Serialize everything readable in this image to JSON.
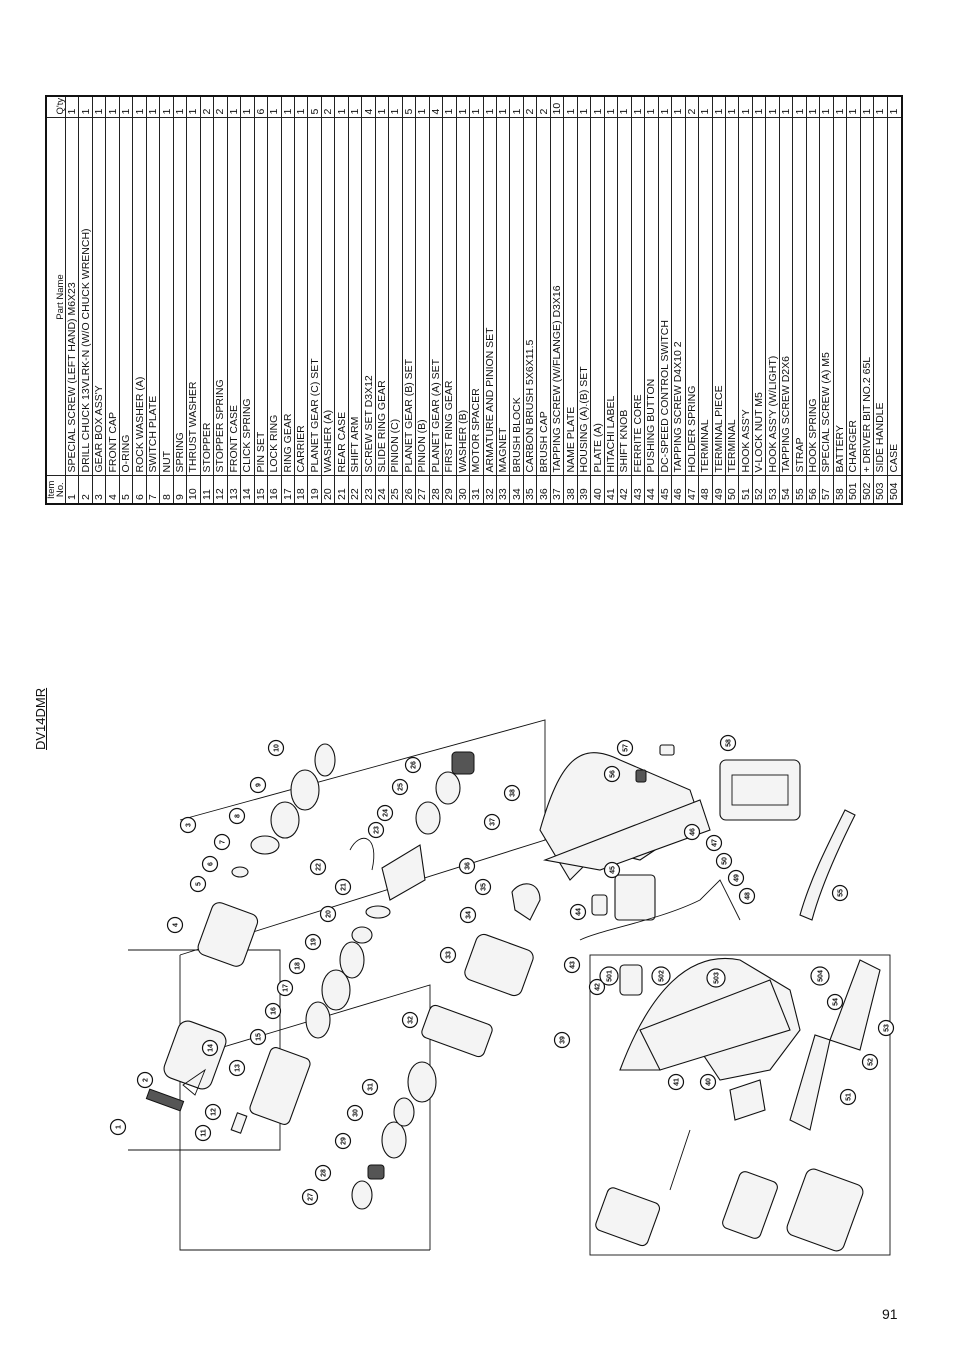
{
  "model": "DV14DMR",
  "page_number": "91",
  "table": {
    "header_item": "Item",
    "header_no": "No.",
    "header_name": "Part Name",
    "header_qty": "Q'ty",
    "rows": [
      {
        "no": "1",
        "name": "SPECIAL SCREW (LEFT HAND) M6X23",
        "qty": "1"
      },
      {
        "no": "2",
        "name": "DRILL CHUCK 13VLRK-N (W/O CHUCK WRENCH)",
        "qty": "1"
      },
      {
        "no": "3",
        "name": "GEAR BOX ASS'Y",
        "qty": "1"
      },
      {
        "no": "4",
        "name": "FRONT CAP",
        "qty": "1"
      },
      {
        "no": "5",
        "name": "O-RING",
        "qty": "1"
      },
      {
        "no": "6",
        "name": "ROCK WASHER (A)",
        "qty": "1"
      },
      {
        "no": "7",
        "name": "SWITCH PLATE",
        "qty": "1"
      },
      {
        "no": "8",
        "name": "NUT",
        "qty": "1"
      },
      {
        "no": "9",
        "name": "SPRING",
        "qty": "1"
      },
      {
        "no": "10",
        "name": "THRUST WASHER",
        "qty": "1"
      },
      {
        "no": "11",
        "name": "STOPPER",
        "qty": "2"
      },
      {
        "no": "12",
        "name": "STOPPER SPRING",
        "qty": "2"
      },
      {
        "no": "13",
        "name": "FRONT CASE",
        "qty": "1"
      },
      {
        "no": "14",
        "name": "CLICK SPRING",
        "qty": "1"
      },
      {
        "no": "15",
        "name": "PIN SET",
        "qty": "6"
      },
      {
        "no": "16",
        "name": "LOCK RING",
        "qty": "1"
      },
      {
        "no": "17",
        "name": "RING GEAR",
        "qty": "1"
      },
      {
        "no": "18",
        "name": "CARRIER",
        "qty": "1"
      },
      {
        "no": "19",
        "name": "PLANET GEAR (C) SET",
        "qty": "5"
      },
      {
        "no": "20",
        "name": "WASHER (A)",
        "qty": "2"
      },
      {
        "no": "21",
        "name": "REAR CASE",
        "qty": "1"
      },
      {
        "no": "22",
        "name": "SHIFT ARM",
        "qty": "1"
      },
      {
        "no": "23",
        "name": "SCREW SET D3X12",
        "qty": "4"
      },
      {
        "no": "24",
        "name": "SLIDE RING GEAR",
        "qty": "1"
      },
      {
        "no": "25",
        "name": "PINION (C)",
        "qty": "1"
      },
      {
        "no": "26",
        "name": "PLANET GEAR (B) SET",
        "qty": "5"
      },
      {
        "no": "27",
        "name": "PINION (B)",
        "qty": "1"
      },
      {
        "no": "28",
        "name": "PLANET GEAR (A) SET",
        "qty": "4"
      },
      {
        "no": "29",
        "name": "FIRST RING GEAR",
        "qty": "1"
      },
      {
        "no": "30",
        "name": "WASHER (B)",
        "qty": "1"
      },
      {
        "no": "31",
        "name": "MOTOR SPACER",
        "qty": "1"
      },
      {
        "no": "32",
        "name": "ARMATURE AND PINION SET",
        "qty": "1"
      },
      {
        "no": "33",
        "name": "MAGNET",
        "qty": "1"
      },
      {
        "no": "34",
        "name": "BRUSH BLOCK",
        "qty": "1"
      },
      {
        "no": "35",
        "name": "CARBON BRUSH 5X6X11.5",
        "qty": "2"
      },
      {
        "no": "36",
        "name": "BRUSH CAP",
        "qty": "2"
      },
      {
        "no": "37",
        "name": "TAPPING SCREW (W/FLANGE) D3X16",
        "qty": "10"
      },
      {
        "no": "38",
        "name": "NAME PLATE",
        "qty": "1"
      },
      {
        "no": "39",
        "name": "HOUSING (A).(B) SET",
        "qty": "1"
      },
      {
        "no": "40",
        "name": "PLATE (A)",
        "qty": "1"
      },
      {
        "no": "41",
        "name": "HITACHI LABEL",
        "qty": "1"
      },
      {
        "no": "42",
        "name": "SHIFT KNOB",
        "qty": "1"
      },
      {
        "no": "43",
        "name": "FERRITE CORE",
        "qty": "1"
      },
      {
        "no": "44",
        "name": "PUSHING BUTTON",
        "qty": "1"
      },
      {
        "no": "45",
        "name": "DC-SPEED CONTROL SWITCH",
        "qty": "1"
      },
      {
        "no": "46",
        "name": "TAPPING SCREW D4X10 2",
        "qty": "1"
      },
      {
        "no": "47",
        "name": "HOLDER SPRING",
        "qty": "2"
      },
      {
        "no": "48",
        "name": "TERMINAL",
        "qty": "1"
      },
      {
        "no": "49",
        "name": "TERMINAL PIECE",
        "qty": "1"
      },
      {
        "no": "50",
        "name": "TERMINAL",
        "qty": "1"
      },
      {
        "no": "51",
        "name": "HOOK ASS'Y",
        "qty": "1"
      },
      {
        "no": "52",
        "name": "V-LOCK NUT M5",
        "qty": "1"
      },
      {
        "no": "53",
        "name": "HOOK ASS'Y (W/LIGHT)",
        "qty": "1"
      },
      {
        "no": "54",
        "name": "TAPPING SCREW D2X6",
        "qty": "1"
      },
      {
        "no": "55",
        "name": "STRAP",
        "qty": "1"
      },
      {
        "no": "56",
        "name": "HOOK SPRING",
        "qty": "1"
      },
      {
        "no": "57",
        "name": "SPECIAL SCREW (A) M5",
        "qty": "1"
      },
      {
        "no": "58",
        "name": "BATTERY",
        "qty": "1"
      },
      {
        "no": "501",
        "name": "CHARGER",
        "qty": "1"
      },
      {
        "no": "502",
        "name": "+ DRIVER BIT NO.2 65L",
        "qty": "1"
      },
      {
        "no": "503",
        "name": "SIDE HANDLE",
        "qty": "1"
      },
      {
        "no": "504",
        "name": "CASE",
        "qty": "1"
      }
    ]
  },
  "callouts": [
    "1",
    "2",
    "3",
    "4",
    "5",
    "6",
    "7",
    "8",
    "9",
    "10",
    "11",
    "12",
    "13",
    "14",
    "15",
    "16",
    "17",
    "18",
    "19",
    "20",
    "21",
    "22",
    "23",
    "24",
    "25",
    "26",
    "27",
    "28",
    "29",
    "30",
    "31",
    "32",
    "33",
    "34",
    "35",
    "36",
    "37",
    "38",
    "39",
    "40",
    "41",
    "42",
    "43",
    "44",
    "45",
    "46",
    "47",
    "48",
    "49",
    "50",
    "51",
    "52",
    "53",
    "54",
    "55",
    "56",
    "57",
    "58",
    "501",
    "502",
    "503",
    "504"
  ]
}
